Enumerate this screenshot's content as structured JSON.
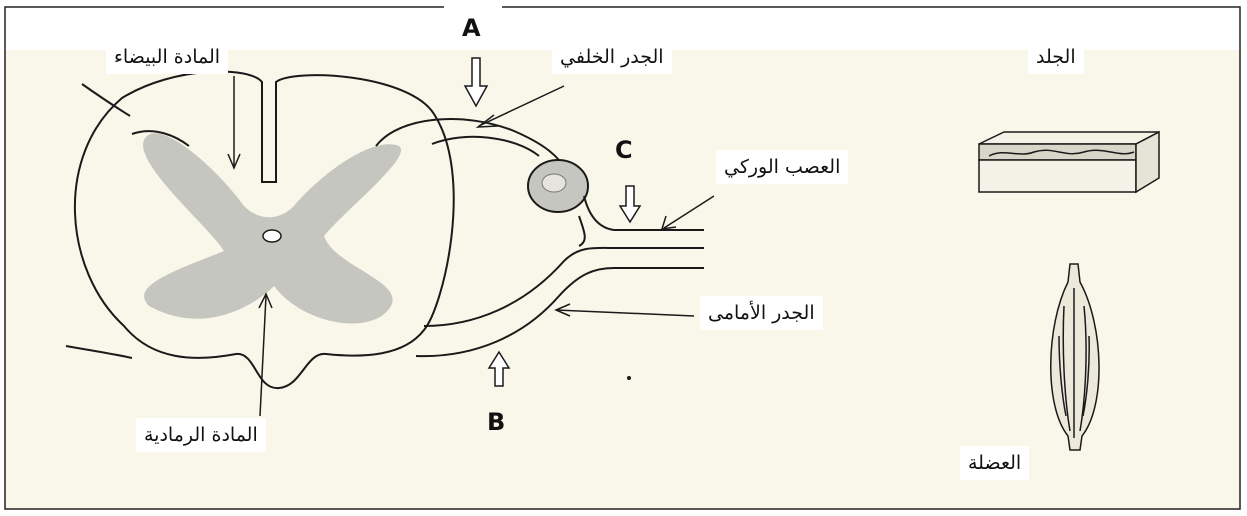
{
  "labels": {
    "white_matter": "المادة البيضاء",
    "gray_matter": "المادة الرمادية",
    "dorsal_root": "الجدر الخلفي",
    "sciatic_nerve": "العصب الوركي",
    "ventral_root": "الجدر الأمامى",
    "skin": "الجلد",
    "muscle": "العضلة"
  },
  "markers": {
    "a": "A",
    "b": "B",
    "c": "C"
  },
  "colors": {
    "paper": "#f8f7ea",
    "gray_matter": "#c6c6c0",
    "ink": "#1a1a1a",
    "frame": "#222222"
  }
}
